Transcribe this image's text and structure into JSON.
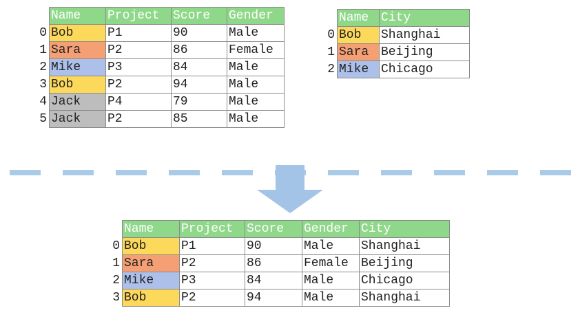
{
  "colors": {
    "header_bg": "#8fd88a",
    "name_colors": {
      "Bob": "#fdd95b",
      "Sara": "#f59f75",
      "Mike": "#adc0ea",
      "Jack": "#bdbdbd"
    },
    "divider": "#a9cbe8",
    "arrow": "#a3c4e6"
  },
  "left_table": {
    "headers": [
      "Name",
      "Project",
      "Score",
      "Gender"
    ],
    "rows": [
      [
        "0",
        "Bob",
        "P1",
        "90",
        "Male"
      ],
      [
        "1",
        "Sara",
        "P2",
        "86",
        "Female"
      ],
      [
        "2",
        "Mike",
        "P3",
        "84",
        "Male"
      ],
      [
        "3",
        "Bob",
        "P2",
        "94",
        "Male"
      ],
      [
        "4",
        "Jack",
        "P4",
        "79",
        "Male"
      ],
      [
        "5",
        "Jack",
        "P2",
        "85",
        "Male"
      ]
    ]
  },
  "right_table": {
    "headers": [
      "Name",
      "City"
    ],
    "rows": [
      [
        "0",
        "Bob",
        "Shanghai"
      ],
      [
        "1",
        "Sara",
        "Beijing"
      ],
      [
        "2",
        "Mike",
        "Chicago"
      ]
    ]
  },
  "result_table": {
    "headers": [
      "Name",
      "Project",
      "Score",
      "Gender",
      "City"
    ],
    "rows": [
      [
        "0",
        "Bob",
        "P1",
        "90",
        "Male",
        "Shanghai"
      ],
      [
        "1",
        "Sara",
        "P2",
        "86",
        "Female",
        "Beijing"
      ],
      [
        "2",
        "Mike",
        "P3",
        "84",
        "Male",
        "Chicago"
      ],
      [
        "3",
        "Bob",
        "P2",
        "94",
        "Male",
        "Shanghai"
      ]
    ]
  }
}
